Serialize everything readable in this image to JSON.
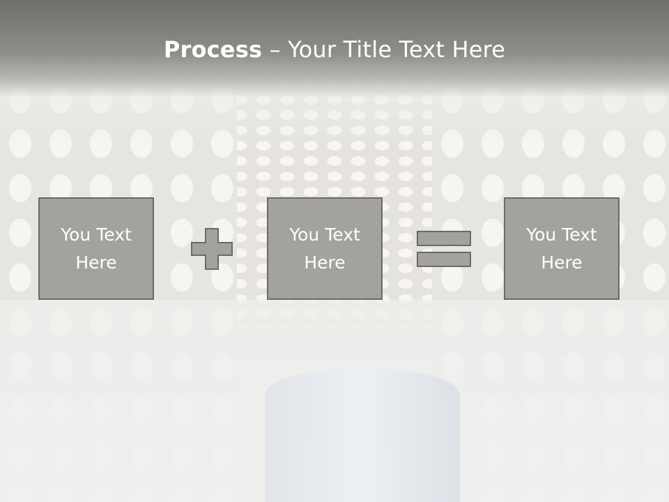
{
  "slide": {
    "title_bold": "Process",
    "title_rest": " – Your Title Text Here",
    "boxes": [
      {
        "text": "You Text\nHere"
      },
      {
        "text": "You Text\nHere"
      },
      {
        "text": "You Text\nHere"
      }
    ],
    "operators": [
      "plus-sign",
      "equals-sign"
    ]
  },
  "colors": {
    "title_bar": "#8f8e89",
    "box_fill": "#a3a29e",
    "box_border": "#6a6965",
    "text": "#ffffff"
  }
}
